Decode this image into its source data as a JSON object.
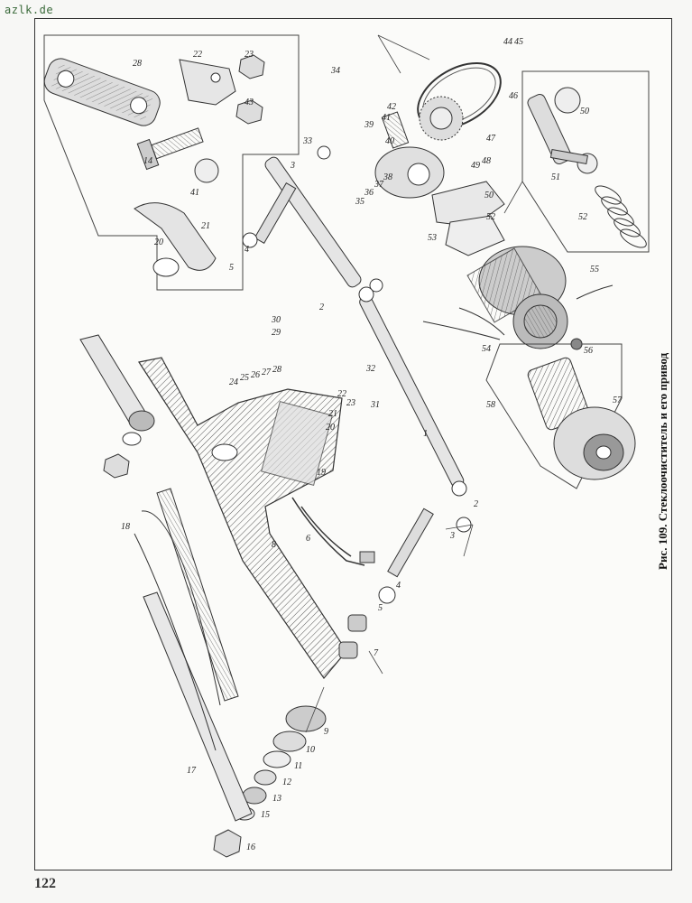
{
  "watermark": "azlk.de",
  "page_number": "122",
  "caption": "Рис. 109. Стеклоочиститель и его привод",
  "part_labels": [
    "1",
    "2",
    "3",
    "4",
    "5",
    "6",
    "7",
    "8",
    "9",
    "10",
    "11",
    "12",
    "13",
    "14",
    "15",
    "16",
    "17",
    "18",
    "19",
    "20",
    "21",
    "22",
    "23",
    "24",
    "25",
    "26",
    "27",
    "28",
    "29",
    "30",
    "31",
    "32",
    "33",
    "34",
    "35",
    "36",
    "37",
    "38",
    "39",
    "40",
    "41",
    "42",
    "43",
    "44",
    "45",
    "46",
    "47",
    "48",
    "49",
    "50",
    "51",
    "52",
    "53",
    "54",
    "55",
    "56",
    "57",
    "58"
  ]
}
